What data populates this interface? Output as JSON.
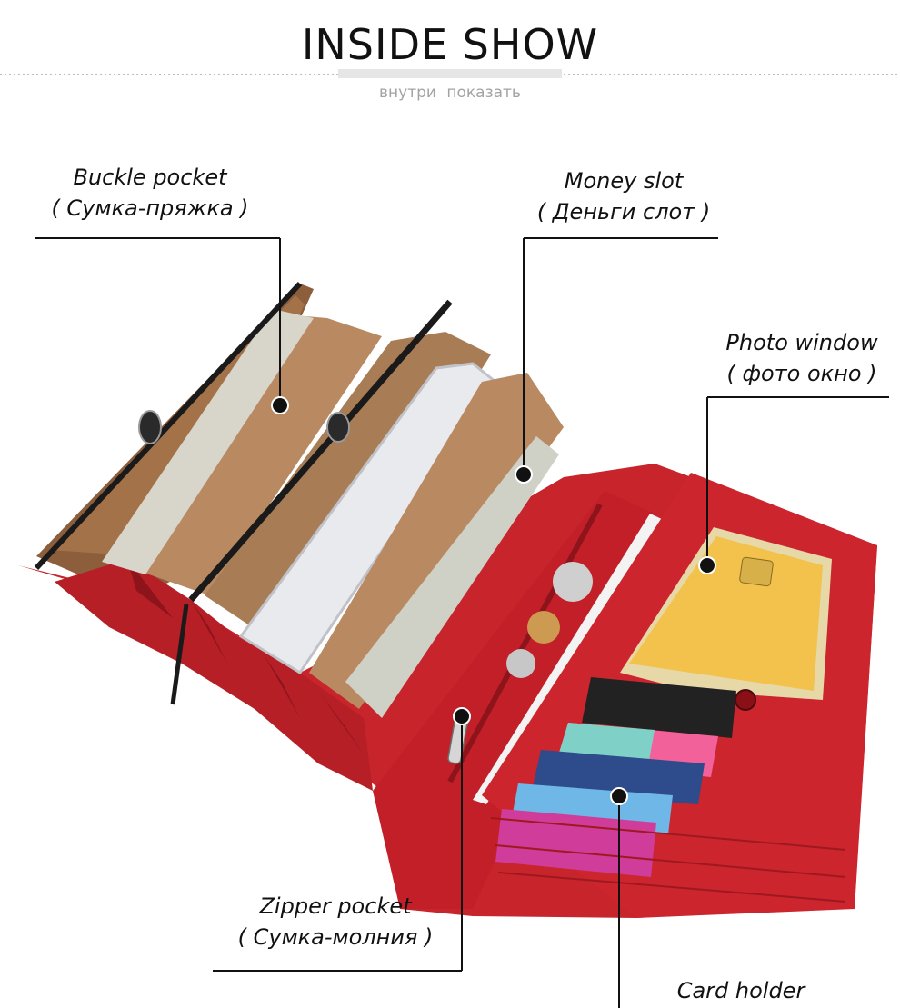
{
  "header": {
    "title": "INSIDE SHOW",
    "subtitle": "внутри  показать"
  },
  "callouts": {
    "buckle_pocket": {
      "en": "Buckle pocket",
      "ru": "(  Сумка-пряжка )"
    },
    "money_slot": {
      "en": "Money slot",
      "ru": "( Деньги слот )"
    },
    "photo_window": {
      "en": "Photo window",
      "ru": "( фото окно )"
    },
    "zipper_pocket": {
      "en": "Zipper pocket",
      "ru": "( Сумка-молния )"
    },
    "card_holder": {
      "en": "Card holder"
    }
  },
  "colors": {
    "leather_red": "#c8242c",
    "lining_tan": "#b98a62",
    "frame_black": "#1a1a1a"
  }
}
